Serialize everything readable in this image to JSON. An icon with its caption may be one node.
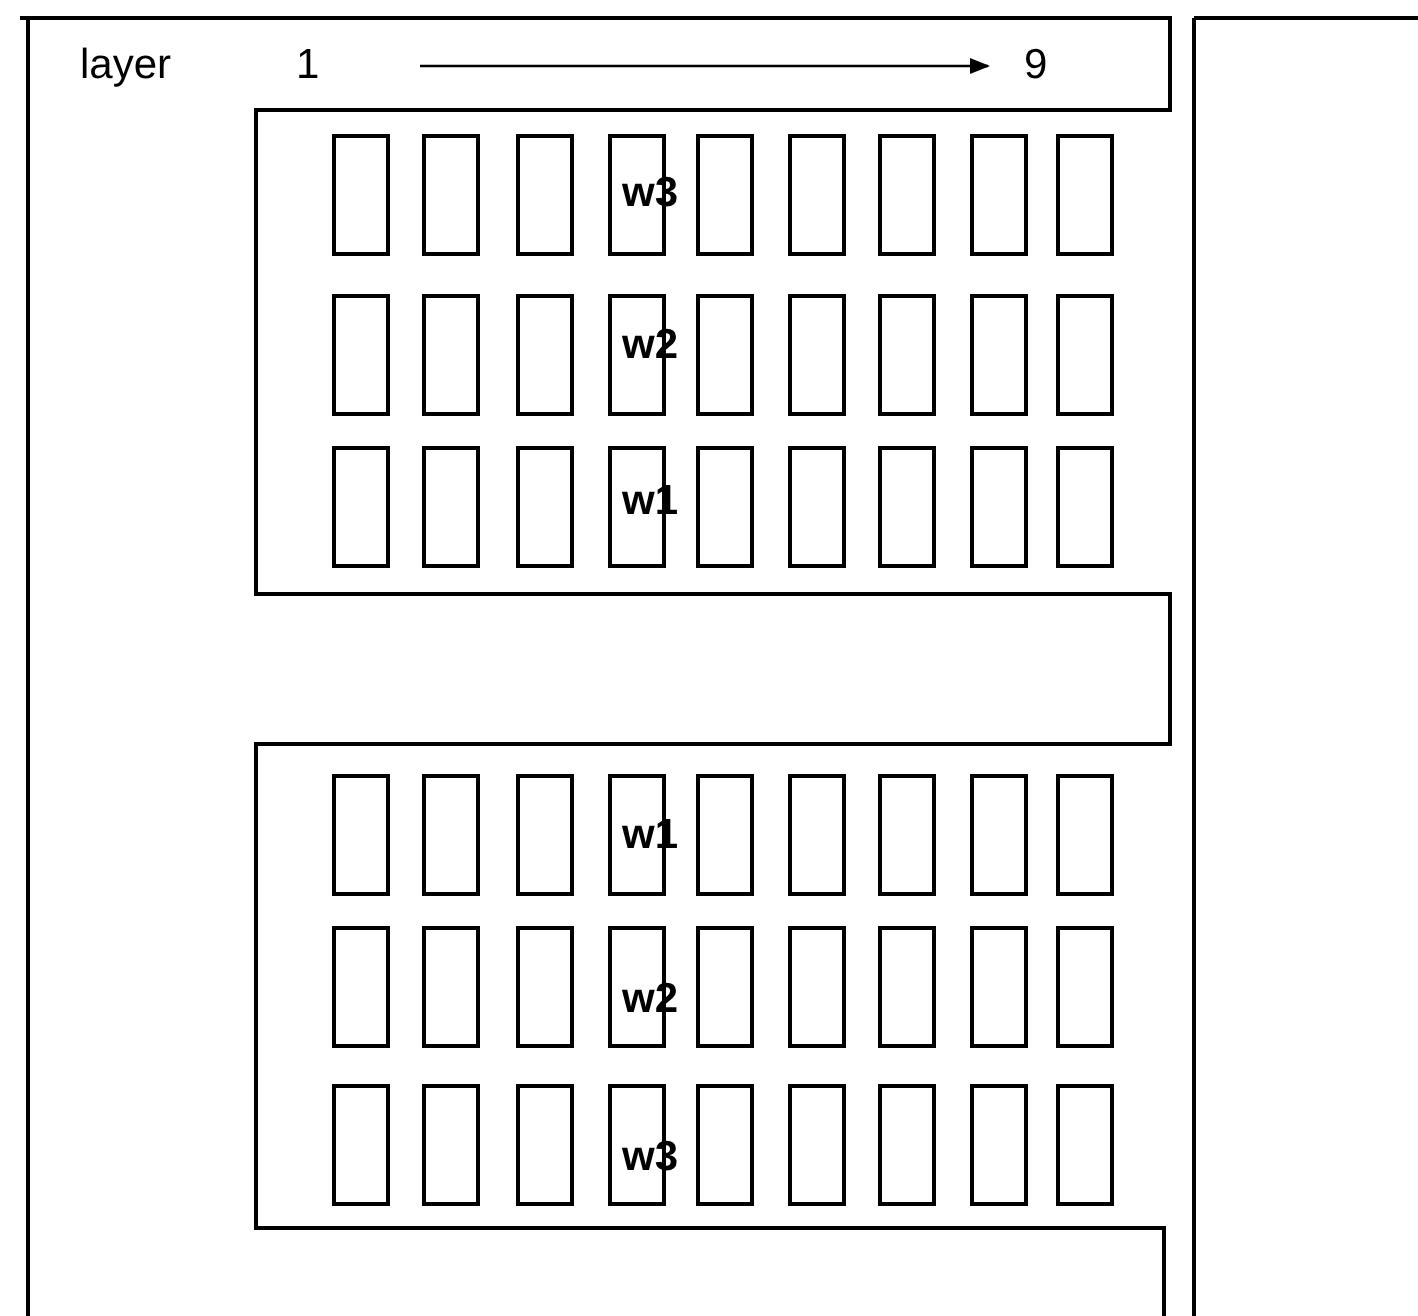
{
  "diagram": {
    "labels": [
      "layer",
      "1",
      "9",
      "w3",
      "w2",
      "w1",
      "w1",
      "w2",
      "w3"
    ]
  }
}
